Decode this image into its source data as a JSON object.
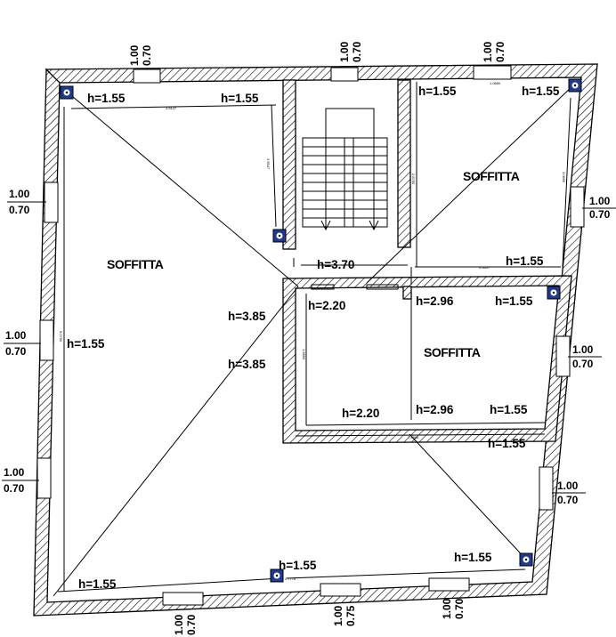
{
  "rooms": {
    "left": "SOFFITTA",
    "top_right": "SOFFITTA",
    "middle_right": "SOFFITTA"
  },
  "heights": {
    "h_tl_1": "h=1.55",
    "h_tl_2": "h=1.55",
    "h_tr_1": "h=1.55",
    "h_tr_2": "h=1.55",
    "h_tr_3": "h=1.55",
    "h_landing": "h=3.70",
    "h_mid_1": "h=2.20",
    "h_mid_2": "h=2.96",
    "h_mid_3": "h=1.55",
    "h_center_1": "h=3.85",
    "h_center_2": "h=3.85",
    "h_left": "h=1.55",
    "h_low_1": "h=2.20",
    "h_low_2": "h=2.96",
    "h_low_3": "h=1.55",
    "h_right_low": "h=1.55",
    "h_bottom_mid": "h=1.55",
    "h_bottom_right": "h=1.55",
    "h_bottom_left": "h=1.55"
  },
  "windows": {
    "top_1": [
      "1.00",
      "0.70"
    ],
    "top_2": [
      "1.00",
      "0.70"
    ],
    "top_3": [
      "1.00",
      "0.70"
    ],
    "left_1": [
      "1.00",
      "0.70"
    ],
    "left_2": [
      "1.00",
      "0.70"
    ],
    "left_3": [
      "1.00",
      "0.70"
    ],
    "right_1": [
      "1.00",
      "0.70"
    ],
    "right_2": [
      "1.00",
      "0.70"
    ],
    "right_3": [
      "1.00",
      "0.70"
    ],
    "bottom_1": [
      "1.00",
      "0.70"
    ],
    "bottom_2": [
      "1.00",
      "0.75"
    ],
    "bottom_3": [
      "1.00",
      "0.70"
    ]
  },
  "dimensions": {
    "d_top": "4.5147",
    "d_vert": "3.5547",
    "d_right_room": "2.6750",
    "d_right_top": "3.0890",
    "d_right_low": "4.5457",
    "d_mid_vert": "1.5850",
    "d_left": "5.0750",
    "d_bottom_mid": "2.7776",
    "d_low_box": "7.4885",
    "d_top_right": "1.0890"
  }
}
